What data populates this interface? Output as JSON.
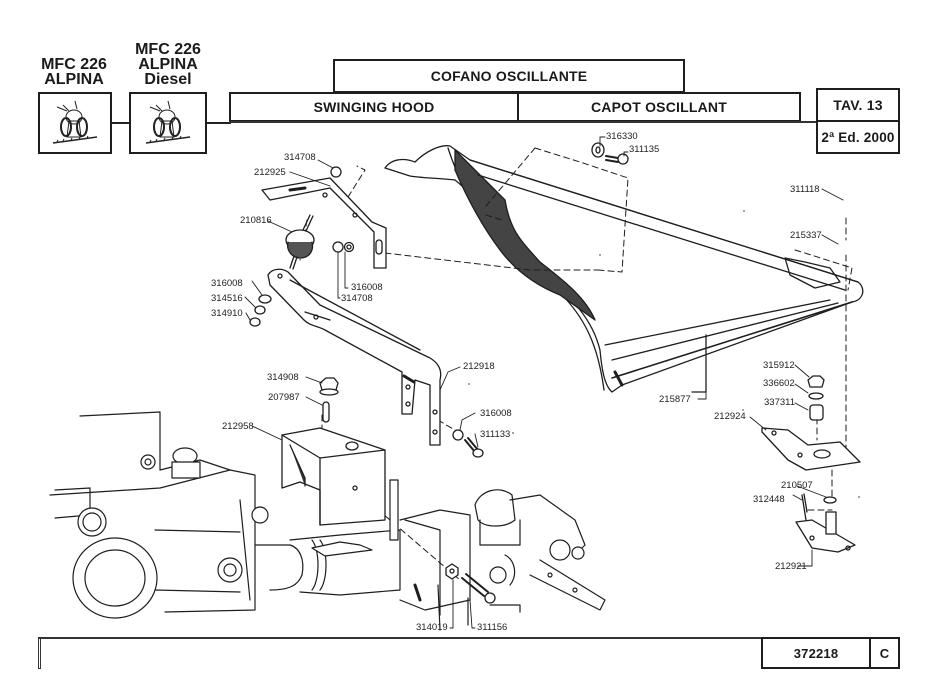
{
  "models": [
    {
      "name_line1": "MFC 226",
      "name_line2": "ALPINA",
      "name_line3": ""
    },
    {
      "name_line1": "MFC 226",
      "name_line2": "ALPINA",
      "name_line3": "Diesel"
    }
  ],
  "header": {
    "title_it": "COFANO OSCILLANTE",
    "title_en": "SWINGING HOOD",
    "title_fr": "CAPOT OSCILLANT",
    "table": "TAV. 13",
    "edition": "2ª Ed. 2000"
  },
  "footer": {
    "code": "372218",
    "revision": "C"
  },
  "parts": {
    "p316330": "316330",
    "p311135": "311135",
    "p314708a": "314708",
    "p212925": "212925",
    "p210816": "210816",
    "p316008a": "316008",
    "p314708b": "314708",
    "p316008b": "316008",
    "p314516": "314516",
    "p314910": "314910",
    "p311118": "311118",
    "p215337": "215337",
    "p212918": "212918",
    "p314908": "314908",
    "p207987": "207987",
    "p212958": "212958",
    "p316008c": "316008",
    "p311133": "311133",
    "p215877": "215877",
    "p315912": "315912",
    "p336602": "336602",
    "p337311": "337311",
    "p212924": "212924",
    "p210507": "210507",
    "p312448": "312448",
    "p212921": "212921",
    "p314019": "314019",
    "p311156": "311156"
  }
}
